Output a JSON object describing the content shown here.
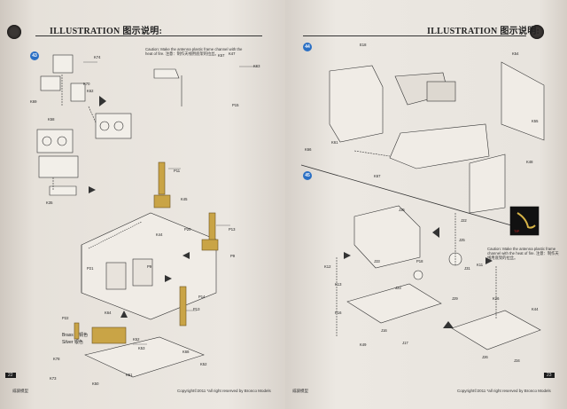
{
  "header": {
    "left": "ILLUSTRATION 图示说明:",
    "right": "ILLUSTRATION 图示说明:"
  },
  "steps": {
    "left": "43",
    "right_top": "44",
    "right_bottom": "45"
  },
  "caution": {
    "left": "Caution: Make the antenna plastic frame channel with the heat of fire. 注意：制作天线用底架的拉丝。",
    "right": "Caution: Make the antenna plastic frame channel with the heat of fire. 注意：制作天线用底架的拉丝。"
  },
  "metal_labels": {
    "brass": "Brass 黄铜色",
    "silver": "Silver 银色"
  },
  "part_labels_left": [
    "K74",
    "K69",
    "K62",
    "K70",
    "K57",
    "K63",
    "K47",
    "P15",
    "K58",
    "K35",
    "P11",
    "K45",
    "K44",
    "P20",
    "P13",
    "P9",
    "P14",
    "P13",
    "P22",
    "P9",
    "K64",
    "K52",
    "K53",
    "K78",
    "K73",
    "P21",
    "K68",
    "K52",
    "K51",
    "K50"
  ],
  "part_labels_right": [
    "E18",
    "K54",
    "K55",
    "K48",
    "K61",
    "K66",
    "K67",
    "J35",
    "J33",
    "K13",
    "K12",
    "K49",
    "J23",
    "J22",
    "J25",
    "J31",
    "J29",
    "K26",
    "J16",
    "J17",
    "P16",
    "P18",
    "K11",
    "K44",
    "J26",
    "J34"
  ],
  "footer": {
    "left_brand": "威骏模型",
    "left_copyright": "Copyright©2011 *all right reserved by Bronco Models",
    "right_copyright": "Copyright©2011 *all right reserved by Bronco Models",
    "right_brand": "威骏模型"
  },
  "page_numbers": {
    "left": "22",
    "right": "23"
  }
}
